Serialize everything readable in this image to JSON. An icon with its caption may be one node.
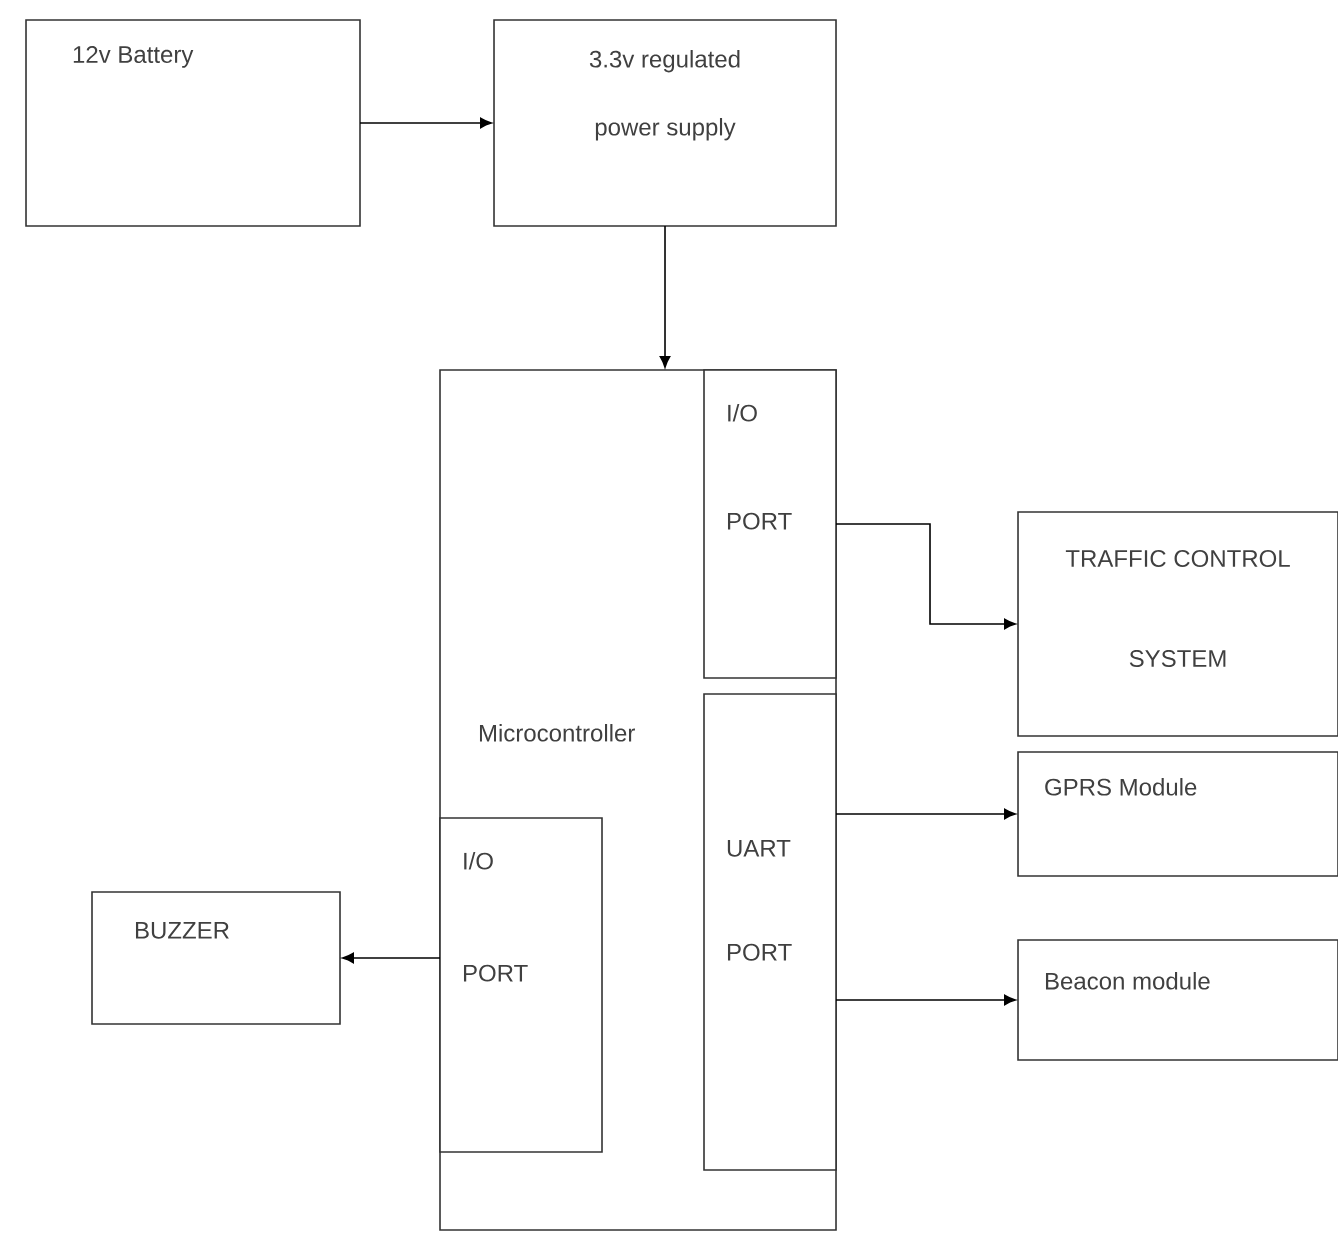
{
  "diagram": {
    "nodes": [
      {
        "text": [
          "12v Battery"
        ]
      },
      {
        "text": [
          "3.3v regulated power supply"
        ]
      },
      {
        "text": [
          "Microcontroller"
        ]
      },
      {
        "text": [
          "I/O PORT"
        ],
        "in": 2
      },
      {
        "text": [
          "UART PORT"
        ],
        "in": 2
      },
      {
        "text": [
          "I/O PORT"
        ],
        "in": 2
      },
      {
        "text": [
          "TRAFFIC CONTROL SYSTEM"
        ]
      },
      {
        "text": [
          "GPRS Module"
        ]
      },
      {
        "text": [
          "Beacon module"
        ]
      },
      {
        "text": [
          "BUZZER"
        ]
      }
    ],
    "edges": [
      {
        "from": 0,
        "to": 1,
        "arrow": "to"
      },
      {
        "from": 1,
        "to": 2,
        "arrow": "to"
      },
      {
        "from": 3,
        "to": 6,
        "arrow": "to"
      },
      {
        "from": 4,
        "to": 7,
        "arrow": "to"
      },
      {
        "from": 4,
        "to": 8,
        "arrow": "to"
      },
      {
        "from": 5,
        "to": 9,
        "arrow": "to"
      }
    ]
  }
}
